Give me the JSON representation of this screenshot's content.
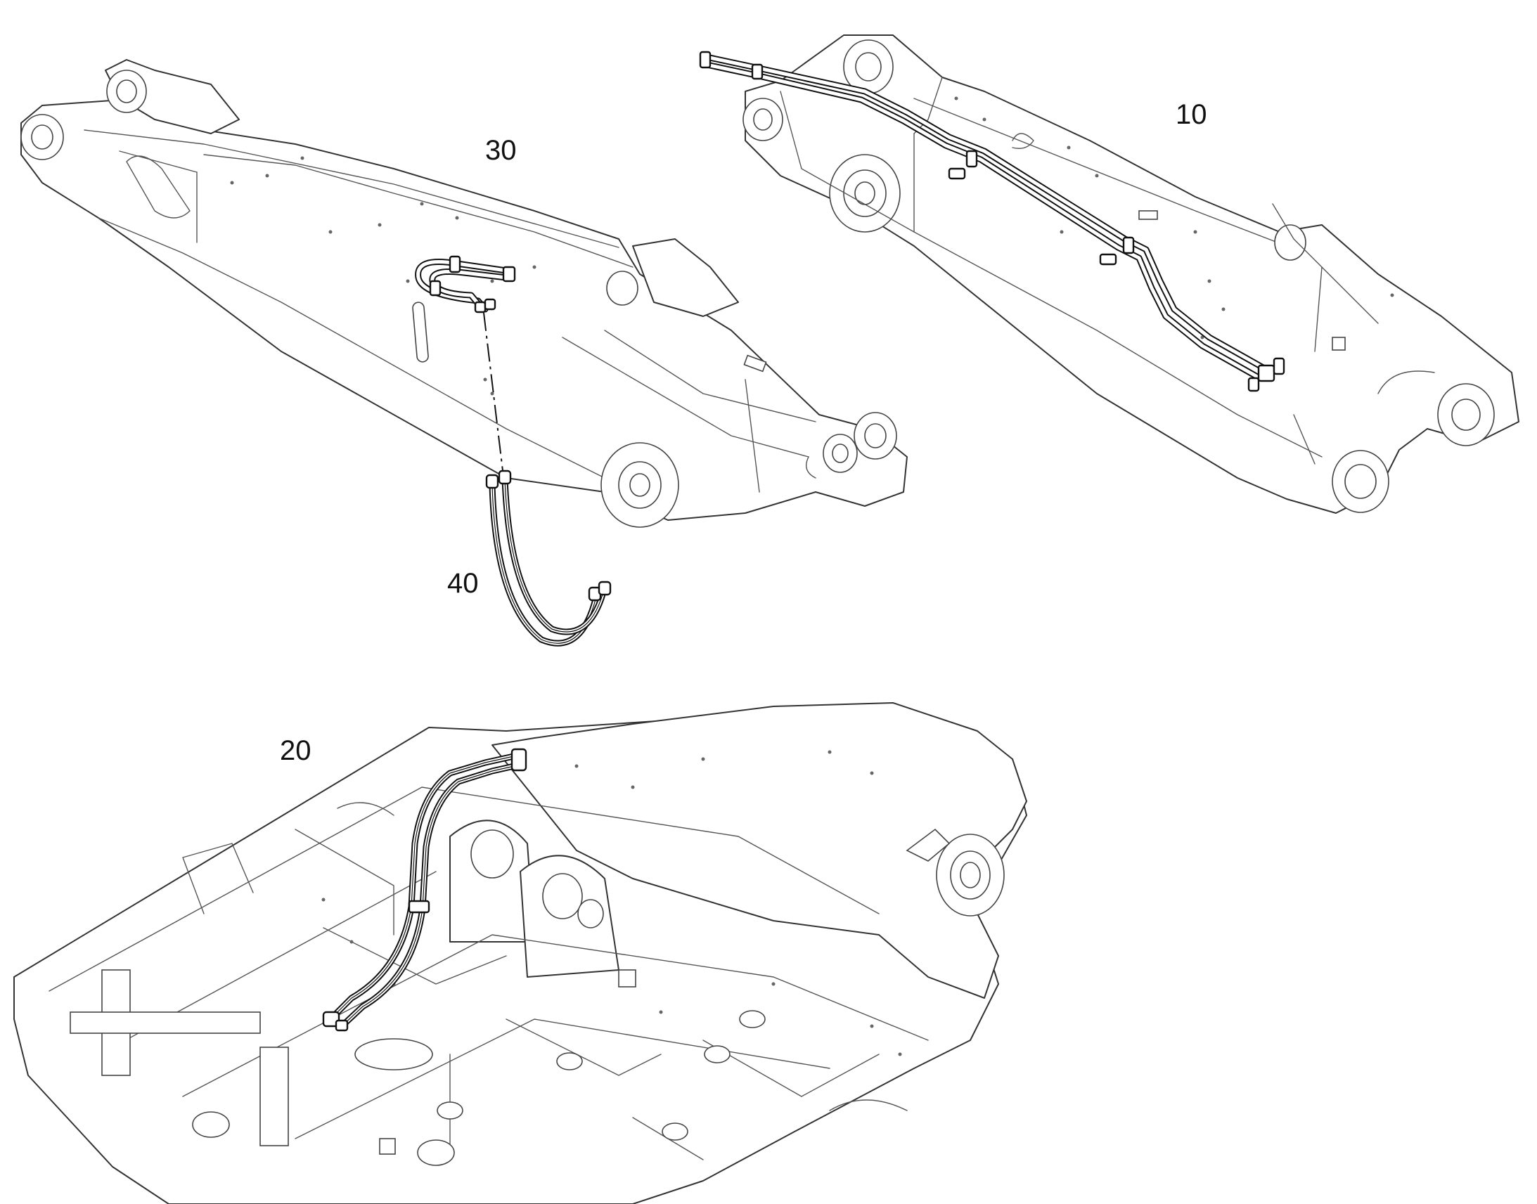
{
  "figure": {
    "callouts": [
      {
        "id": "item-10",
        "label": "10"
      },
      {
        "id": "item-20",
        "label": "20"
      },
      {
        "id": "item-30",
        "label": "30"
      },
      {
        "id": "item-40",
        "label": "40"
      }
    ]
  },
  "colors": {
    "line": "#333333",
    "pipe": "#111111",
    "background": "#ffffff"
  }
}
